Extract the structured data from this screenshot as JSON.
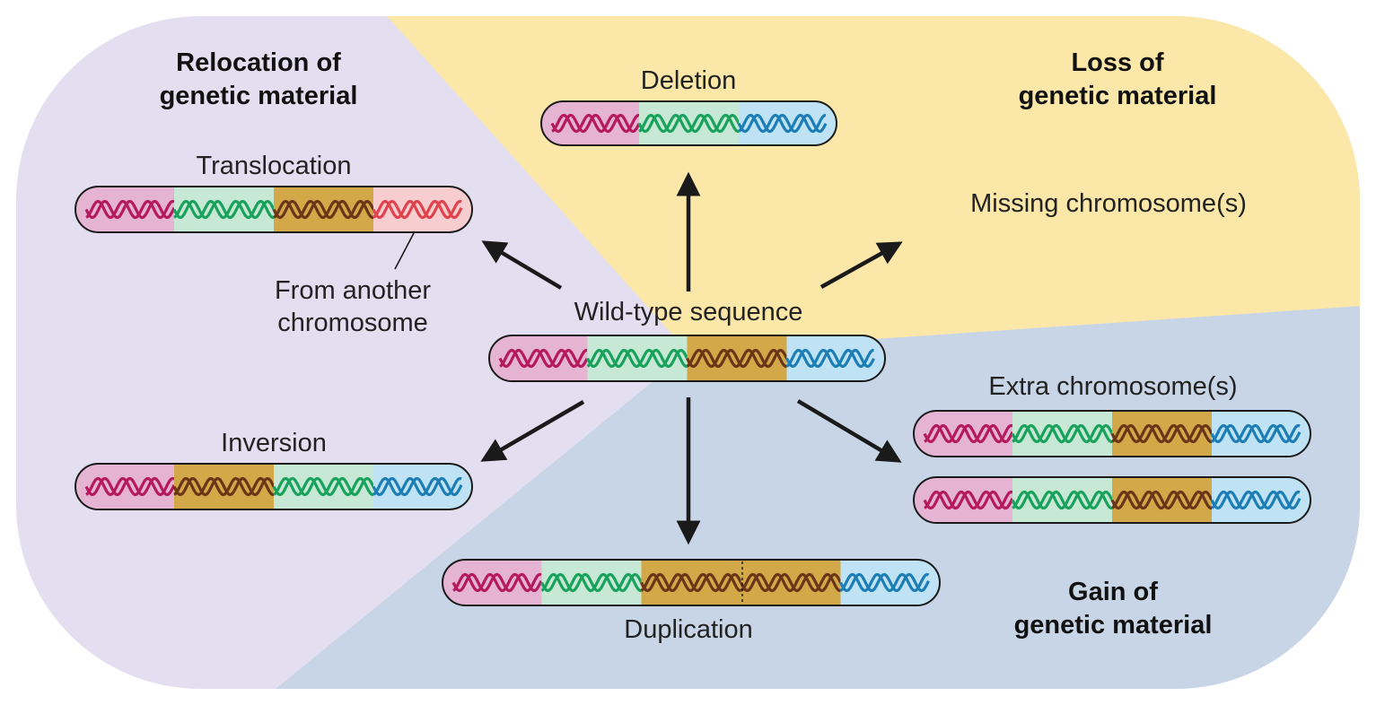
{
  "headings": {
    "relocation": [
      "Relocation of",
      "genetic material"
    ],
    "loss": [
      "Loss of",
      "genetic material"
    ],
    "gain": [
      "Gain of",
      "genetic material"
    ]
  },
  "labels": {
    "wild_type": "Wild-type sequence",
    "deletion": "Deletion",
    "translocation": "Translocation",
    "from_another": [
      "From another",
      "chromosome"
    ],
    "missing": "Missing chromosome(s)",
    "inversion": "Inversion",
    "extra": "Extra chromosome(s)",
    "duplication": "Duplication"
  },
  "colors": {
    "relocation_bg": "#e4dff0",
    "loss_bg": "#fbe7a8",
    "gain_bg": "#c8d5e6",
    "seg_pink": "#e4b4d2",
    "seg_green": "#c6e8d4",
    "seg_gold": "#d2a848",
    "seg_blue": "#bfe3f5",
    "seg_rose": "#f8cdd0",
    "helix_pink": "#b5195e",
    "helix_green": "#19a25c",
    "helix_gold": "#6b3518",
    "helix_blue": "#1d7eb5",
    "helix_rose": "#e0434e"
  },
  "chromosomes": {
    "wild_type": [
      "pink",
      "green",
      "gold",
      "blue"
    ],
    "deletion": [
      "pink",
      "green",
      "blue"
    ],
    "translocation": [
      "pink",
      "green",
      "gold",
      "rose"
    ],
    "inversion": [
      "pink",
      "gold",
      "green",
      "blue"
    ],
    "extra_1": [
      "pink",
      "green",
      "gold",
      "blue"
    ],
    "extra_2": [
      "pink",
      "green",
      "gold",
      "blue"
    ],
    "duplication": [
      "pink",
      "green",
      "gold",
      "gold",
      "blue"
    ]
  }
}
